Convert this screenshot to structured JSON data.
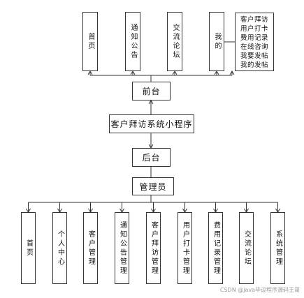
{
  "front_modules": [
    "首页",
    "通知公告",
    "交流论坛",
    "我的"
  ],
  "my_note_lines": [
    "客户拜访",
    "用户打卡",
    "费用记录",
    "在线咨询",
    "我要发帖",
    "我的发帖"
  ],
  "front_end": "前台",
  "system": "客户拜访系统小程序",
  "back_end": "后台",
  "admin": "管理员",
  "admin_modules": [
    "首页",
    "个人中心",
    "客户管理",
    "通知公告管理",
    "客户拜访管理",
    "用户打卡管理",
    "费用记录管理",
    "交流论坛",
    "系统管理"
  ],
  "watermark": "CSDN @java毕设程序源码王哥",
  "colors": {
    "line": "#333333",
    "box_border": "#333333",
    "text": "#111111"
  }
}
